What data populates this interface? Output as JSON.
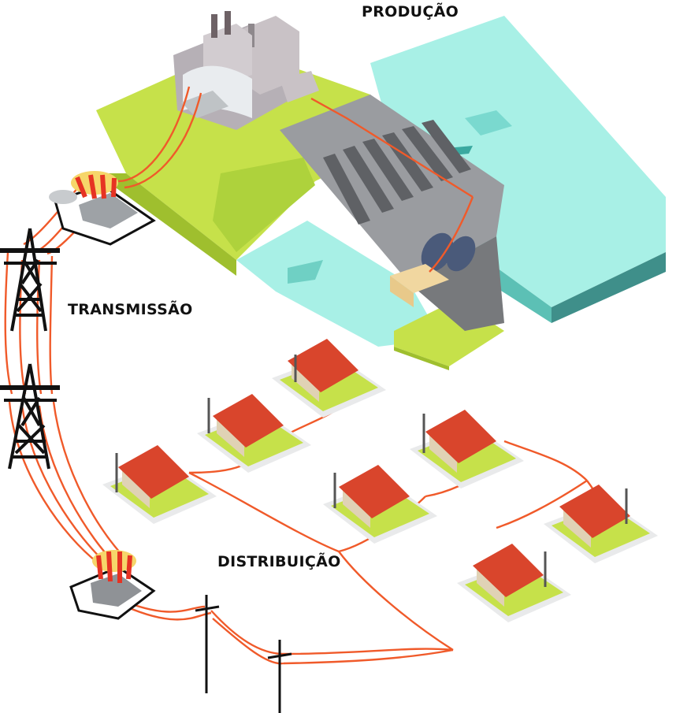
{
  "labels": {
    "production": "PRODUÇÃO",
    "transmission": "TRANSMISSÃO",
    "distribution": "DISTRIBUIÇÃO"
  },
  "colors": {
    "grass": "#c6e14a",
    "grass_dark": "#9fbf2e",
    "water": "#a8f0e6",
    "water_dark": "#6fd0c4",
    "concrete": "#b7b9bb",
    "concrete_dark": "#77797c",
    "building": "#c9c2c6",
    "wire": "#f05a2a",
    "roof": "#d9452c",
    "house_wall": "#f1e6cf",
    "text": "#111111"
  },
  "scene": {
    "houses_count": 7,
    "towers_count": 2,
    "poles_count": 2,
    "transformers_count": 2
  }
}
